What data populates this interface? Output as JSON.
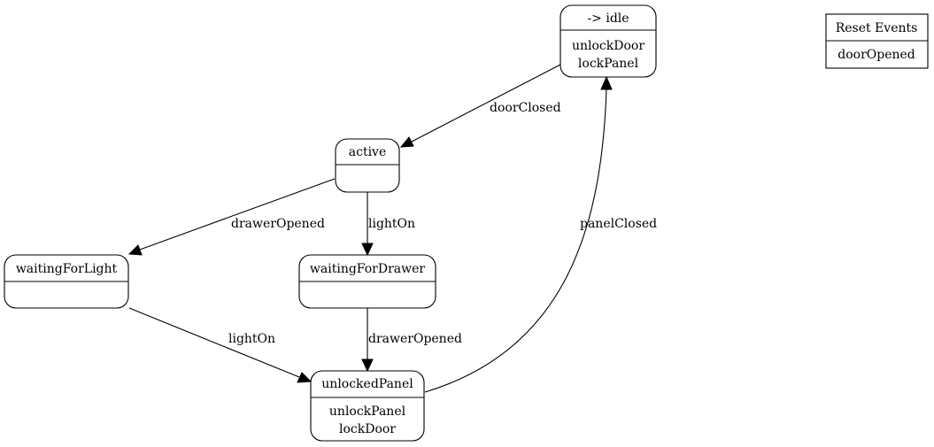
{
  "states": {
    "idle": {
      "name": "-> idle",
      "actions": [
        "unlockDoor",
        "lockPanel"
      ]
    },
    "active": {
      "name": "active",
      "actions": []
    },
    "waitingForLight": {
      "name": "waitingForLight",
      "actions": []
    },
    "waitingForDrawer": {
      "name": "waitingForDrawer",
      "actions": []
    },
    "unlockedPanel": {
      "name": "unlockedPanel",
      "actions": [
        "unlockPanel",
        "lockDoor"
      ]
    }
  },
  "transitions": {
    "idle_active": {
      "event": "doorClosed",
      "from": "idle",
      "to": "active"
    },
    "active_waitingForLight": {
      "event": "drawerOpened",
      "from": "active",
      "to": "waitingForLight"
    },
    "active_waitingForDrawer": {
      "event": "lightOn",
      "from": "active",
      "to": "waitingForDrawer"
    },
    "waitingForLight_unlockedPanel": {
      "event": "lightOn",
      "from": "waitingForLight",
      "to": "unlockedPanel"
    },
    "waitingForDrawer_unlockedPanel": {
      "event": "drawerOpened",
      "from": "waitingForDrawer",
      "to": "unlockedPanel"
    },
    "unlockedPanel_idle": {
      "event": "panelClosed",
      "from": "unlockedPanel",
      "to": "idle"
    }
  },
  "reset_events": {
    "title": "Reset Events",
    "items": [
      "doorOpened"
    ]
  }
}
